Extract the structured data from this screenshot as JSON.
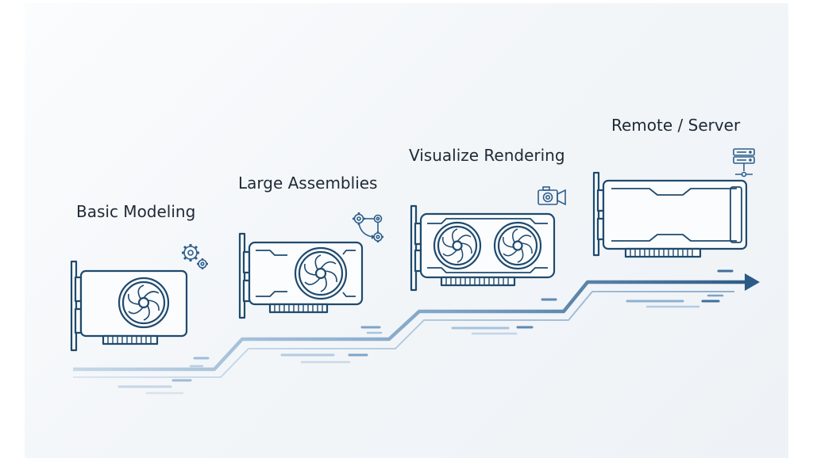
{
  "tiers": [
    {
      "label": "Basic Modeling",
      "gpu": "single-fan-small-card",
      "icon": "gears-icon"
    },
    {
      "label": "Large Assemblies",
      "gpu": "single-fan-card",
      "icon": "workflow-icon"
    },
    {
      "label": "Visualize Rendering",
      "gpu": "dual-fan-card",
      "icon": "camera-icon"
    },
    {
      "label": "Remote / Server",
      "gpu": "blower-card",
      "icon": "server-icon"
    }
  ],
  "colors": {
    "outline": "#1f4a6e",
    "path_dark": "#2e5f8a",
    "path_light": "#a9c3dc",
    "background": "#f3f6f9"
  }
}
